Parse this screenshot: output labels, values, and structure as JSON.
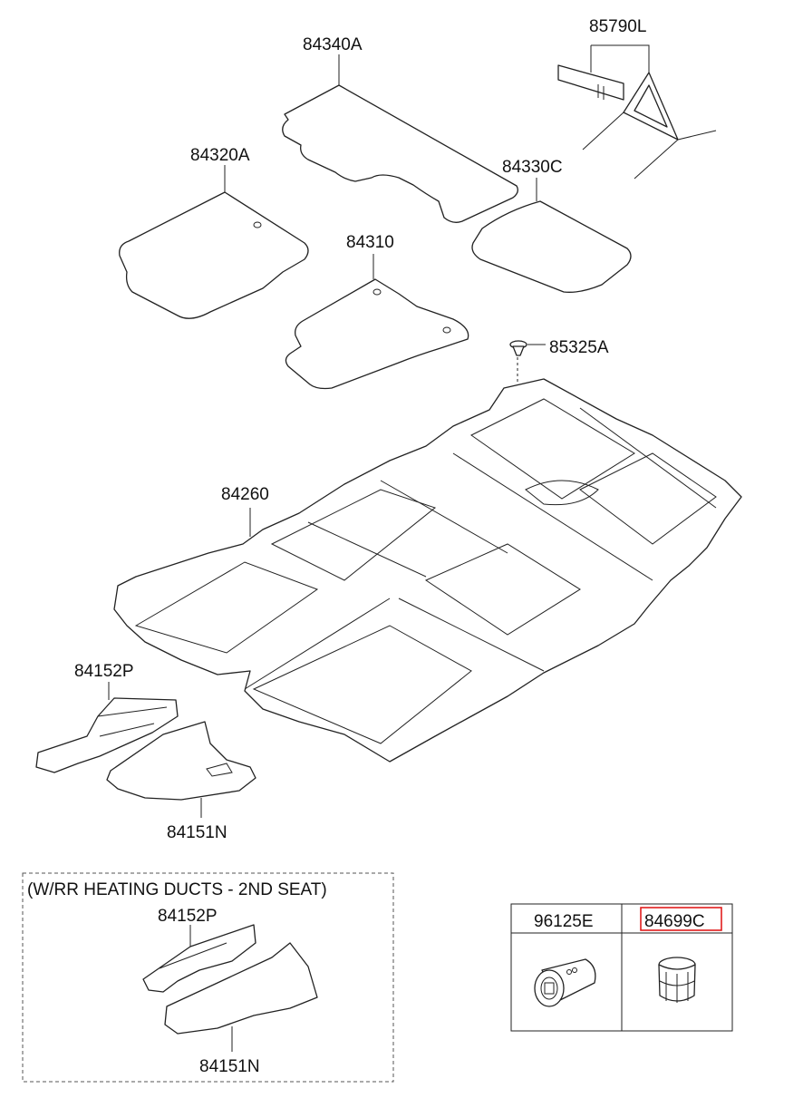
{
  "labels": {
    "p85790L": "85790L",
    "p84340A": "84340A",
    "p84320A": "84320A",
    "p84330C": "84330C",
    "p84310": "84310",
    "p85325A": "85325A",
    "p84260": "84260",
    "p84152P": "84152P",
    "p84151N": "84151N"
  },
  "inset": {
    "title": "(W/RR HEATING DUCTS - 2ND SEAT)",
    "p84152P": "84152P",
    "p84151N": "84151N"
  },
  "table": {
    "col1": "96125E",
    "col2": "84699C"
  },
  "colors": {
    "highlight": "#e11d1d",
    "line": "#222222"
  }
}
